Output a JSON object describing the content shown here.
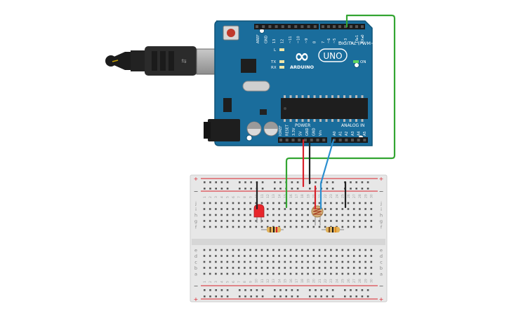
{
  "board": {
    "brand": "ARDUINO",
    "model": "UNO",
    "infinity_symbol": "∞",
    "digital_label": "DIGITAL (PWM~)",
    "power_label": "POWER",
    "analog_label": "ANALOG IN",
    "on_label": "ON",
    "led_labels": [
      "L",
      "TX",
      "RX"
    ],
    "top_header_left": [
      "AREF",
      "GND",
      "13",
      "12",
      "~11",
      "~10",
      "~9",
      "8"
    ],
    "top_header_right": [
      "7",
      "~6",
      "~5",
      "4",
      "~3",
      "2",
      "TX▸1",
      "RX◂0"
    ],
    "power_pins": [
      "IOREF",
      "RESET",
      "3.3V",
      "5V",
      "GND",
      "GND",
      "Vin"
    ],
    "analog_pins": [
      "A0",
      "A1",
      "A2",
      "A3",
      "A4",
      "A5"
    ]
  },
  "breadboard": {
    "rail_plus": "+",
    "rail_minus": "−",
    "row_letters_top": [
      "j",
      "i",
      "h",
      "g",
      "f"
    ],
    "row_letters_bottom": [
      "e",
      "d",
      "c",
      "b",
      "a"
    ],
    "columns": 30
  },
  "colors": {
    "board": "#1a6d9c",
    "board_edge": "#0f5478",
    "wire_green": "#33a532",
    "wire_red": "#d8202a",
    "wire_black": "#222222",
    "wire_blue": "#2a8fd0",
    "led": "#e8262c",
    "breadboard": "#e7e7e7"
  }
}
